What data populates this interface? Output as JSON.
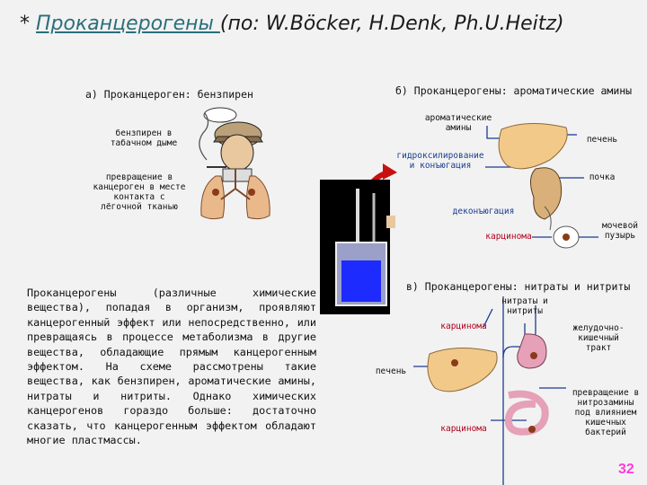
{
  "title": {
    "prefix": "* ",
    "main": "Проканцерогены ",
    "source": "(по: W.Böcker, H.Denk, Ph.U.Heitz)"
  },
  "section_a": {
    "header": "а) Проканцероген: бензпирен",
    "label_smoke": "бензпирен в табачном дыме",
    "label_conversion": "превращение в канцероген в месте контакта с лёгочной тканью"
  },
  "section_b": {
    "header": "б) Проканцерогены: ароматические амины",
    "aromatic_amines": "ароматические амины",
    "liver": "печень",
    "hydroxylation": "гидроксилирование и конъюгация",
    "kidney": "почка",
    "deconjugation": "деконъюгация",
    "bladder": "мочевой пузырь",
    "carcinoma": "карцинома"
  },
  "section_c": {
    "header": "в) Проканцерогены: нитраты и нитриты",
    "nitrates": "нитраты и нитриты",
    "carcinoma_top": "карцинома",
    "gi_tract": "желудочно-кишечный тракт",
    "liver": "печень",
    "conversion": "превращение в нитрозамины под влиянием кишечных бактерий",
    "carcinoma_bottom": "карцинома"
  },
  "body_text": "Проканцерогены (различные химические вещества), попадая в организм, проявляют канцерогенный эффект или непосредственно, или превращаясь в процессе метаболизма в другие вещества, обладающие прямым канцерогенным эффектом. На схеме рассмотрены такие вещества, как бензпирен, ароматические амины, нитраты и нитриты. Однако химических канцерогенов гораздо больше: достаточно сказать, что канцерогенным эффектом обладают многие пластмассы.",
  "page_number": "32",
  "colors": {
    "background": "#f2f2f2",
    "organ": "#f3c98a",
    "line_blue": "#1a3c8f",
    "label_red": "#b0001a",
    "beaker_liquid": "#1d2bff",
    "page_number": "#ff3cd8"
  }
}
